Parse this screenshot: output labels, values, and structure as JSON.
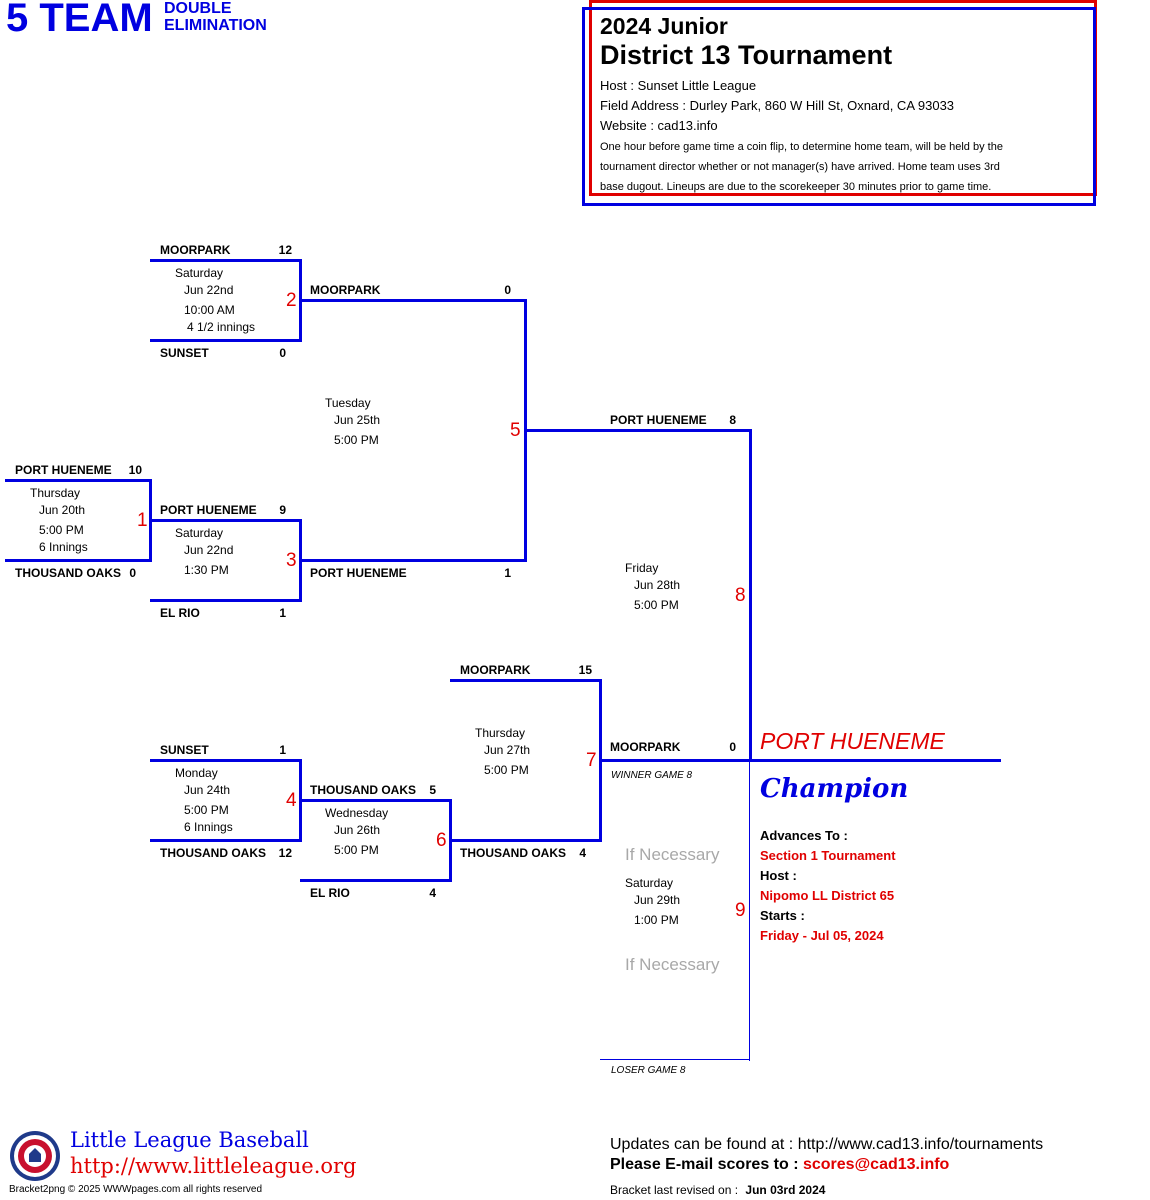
{
  "header": {
    "team_count": "5 TEAM",
    "format_line1": "DOUBLE",
    "format_line2": "ELIMINATION"
  },
  "info": {
    "year_division": "2024 Junior",
    "tournament": "District 13 Tournament",
    "host": "Host : Sunset Little League",
    "field": "Field Address : Durley Park, 860 W Hill St, Oxnard, CA 93033",
    "website": "Website : cad13.info",
    "rule_line1": "One hour before game time a coin flip, to determine home team, will be held by the",
    "rule_line2": "tournament director whether or not manager(s) have arrived. Home team uses 3rd",
    "rule_line3": "base dugout. Lineups are due to the scorekeeper 30 minutes prior to game time."
  },
  "games": {
    "g1": {
      "num": "1",
      "team1": "PORT HUENEME",
      "score1": "10",
      "team2": "THOUSAND OAKS",
      "score2": "0",
      "day": "Thursday",
      "date": "Jun 20th",
      "time": "5:00 PM",
      "note": "6 Innings"
    },
    "g2": {
      "num": "2",
      "team1": "MOORPARK",
      "score1": "12",
      "team2": "SUNSET",
      "score2": "0",
      "day": "Saturday",
      "date": "Jun 22nd",
      "time": "10:00 AM",
      "note": "4 1/2 innings"
    },
    "g3": {
      "num": "3",
      "team1": "PORT HUENEME",
      "score1": "9",
      "team2": "EL RIO",
      "score2": "1",
      "day": "Saturday",
      "date": "Jun 22nd",
      "time": "1:30 PM"
    },
    "g4": {
      "num": "4",
      "team1": "SUNSET",
      "score1": "1",
      "team2": "THOUSAND OAKS",
      "score2": "12",
      "day": "Monday",
      "date": "Jun 24th",
      "time": "5:00 PM",
      "note": "6 Innings"
    },
    "g5": {
      "num": "5",
      "team1": "MOORPARK",
      "score1": "0",
      "team2": "PORT HUENEME",
      "score2": "1",
      "day": "Tuesday",
      "date": "Jun 25th",
      "time": "5:00 PM"
    },
    "g6": {
      "num": "6",
      "team1": "THOUSAND OAKS",
      "score1": "5",
      "team2": "EL RIO",
      "score2": "4",
      "day": "Wednesday",
      "date": "Jun 26th",
      "time": "5:00 PM"
    },
    "g7": {
      "num": "7",
      "team1": "MOORPARK",
      "score1": "15",
      "team2": "THOUSAND OAKS",
      "score2": "4",
      "day": "Thursday",
      "date": "Jun 27th",
      "time": "5:00 PM"
    },
    "g8": {
      "num": "8",
      "team1": "PORT HUENEME",
      "score1": "8",
      "team2": "MOORPARK",
      "score2": "0",
      "day": "Friday",
      "date": "Jun 28th",
      "time": "5:00 PM",
      "winner_note": "WINNER GAME 8"
    },
    "g9": {
      "num": "9",
      "day": "Saturday",
      "date": "Jun 29th",
      "time": "1:00 PM",
      "if_necessary": "If Necessary",
      "loser_note": "LOSER GAME 8"
    }
  },
  "champion": {
    "name": "PORT HUENEME",
    "title": "Champion",
    "advances_label": "Advances To :",
    "advances_value": "Section 1 Tournament",
    "host_label": "Host :",
    "host_value": "Nipomo LL District 65",
    "starts_label": "Starts :",
    "starts_value": "Friday - Jul 05, 2024"
  },
  "footer": {
    "org_name": "Little League Baseball",
    "org_url": "http://www.littleleague.org",
    "copyright": "Bracket2png © 2025 WWWpages.com all rights reserved",
    "updates": "Updates can be found at : http://www.cad13.info/tournaments",
    "email_label": "Please E-mail scores to :",
    "email": "scores@cad13.info",
    "revised_label": "Bracket last revised on :",
    "revised_date": "Jun 03rd 2024"
  },
  "colors": {
    "line": "#0000e0",
    "accent": "#e00000",
    "muted": "#a8a8a8"
  }
}
